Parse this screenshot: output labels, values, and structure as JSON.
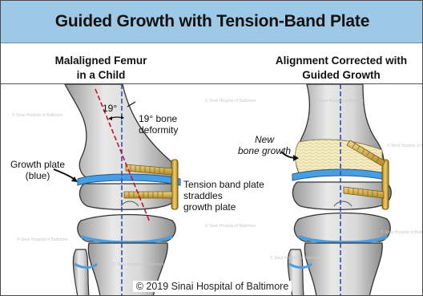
{
  "title": "Guided Growth with Tension-Band Plate",
  "panels": {
    "left": {
      "heading": "Malaligned Femur\nin a Child",
      "angle_label": "19°",
      "deformity_label": "19° bone\ndeformity",
      "growth_plate_label": "Growth plate\n(blue)",
      "plate_label": "Tension band plate\nstraddles\ngrowth plate"
    },
    "right": {
      "heading": "Alignment Corrected with\nGuided Growth",
      "new_bone_label": "New\nbone growth"
    }
  },
  "copyright": "© 2019 Sinai Hospital of Baltimore",
  "watermark": "© Sinai Hospital of Baltimore",
  "colors": {
    "title_bar": "#9ec9e6",
    "growth_plate": "#4a9de0",
    "bone": "#d6d6d6",
    "plate": "#e3b74a",
    "red_line": "#c8102e",
    "blue_line": "#2f4fb8",
    "new_bone": "#f4ecc4"
  }
}
